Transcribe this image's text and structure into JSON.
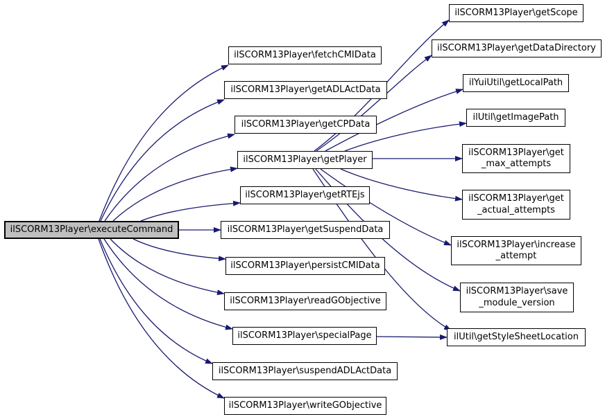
{
  "diagram": {
    "type": "call-graph",
    "edge_color": "#191970",
    "node_border_color": "#000000",
    "node_fill_color": "#ffffff",
    "root_fill_color": "#bfbfbf",
    "nodes": {
      "executeCommand": {
        "label": "ilSCORM13Player\\executeCommand",
        "role": "root"
      },
      "fetchCMIData": {
        "label": "ilSCORM13Player\\fetchCMIData"
      },
      "getADLActData": {
        "label": "ilSCORM13Player\\getADLActData"
      },
      "getCPData": {
        "label": "ilSCORM13Player\\getCPData"
      },
      "getPlayer": {
        "label": "ilSCORM13Player\\getPlayer"
      },
      "getRTEjs": {
        "label": "ilSCORM13Player\\getRTEjs"
      },
      "getSuspendData": {
        "label": "ilSCORM13Player\\getSuspendData"
      },
      "persistCMIData": {
        "label": "ilSCORM13Player\\persistCMIData"
      },
      "readGObjective": {
        "label": "ilSCORM13Player\\readGObjective"
      },
      "specialPage": {
        "label": "ilSCORM13Player\\specialPage"
      },
      "suspendADLActData": {
        "label": "ilSCORM13Player\\suspendADLActData"
      },
      "writeGObjective": {
        "label": "ilSCORM13Player\\writeGObjective"
      },
      "getScope": {
        "label": "ilSCORM13Player\\getScope"
      },
      "getDataDirectory": {
        "label": "ilSCORM13Player\\getDataDirectory"
      },
      "getLocalPath": {
        "label": "ilYuiUtil\\getLocalPath"
      },
      "getImagePath": {
        "label": "ilUtil\\getImagePath"
      },
      "getMaxAttempts": {
        "label": "ilSCORM13Player\\get\n_max_attempts"
      },
      "getActualAttempts": {
        "label": "ilSCORM13Player\\get\n_actual_attempts"
      },
      "increaseAttempt": {
        "label": "ilSCORM13Player\\increase\n_attempt"
      },
      "saveModuleVersion": {
        "label": "ilSCORM13Player\\save\n_module_version"
      },
      "getStyleSheetLocation": {
        "label": "ilUtil\\getStyleSheetLocation"
      }
    },
    "edges": [
      {
        "from": "executeCommand",
        "to": "fetchCMIData"
      },
      {
        "from": "executeCommand",
        "to": "getADLActData"
      },
      {
        "from": "executeCommand",
        "to": "getCPData"
      },
      {
        "from": "executeCommand",
        "to": "getPlayer"
      },
      {
        "from": "executeCommand",
        "to": "getRTEjs"
      },
      {
        "from": "executeCommand",
        "to": "getSuspendData"
      },
      {
        "from": "executeCommand",
        "to": "persistCMIData"
      },
      {
        "from": "executeCommand",
        "to": "readGObjective"
      },
      {
        "from": "executeCommand",
        "to": "specialPage"
      },
      {
        "from": "executeCommand",
        "to": "suspendADLActData"
      },
      {
        "from": "executeCommand",
        "to": "writeGObjective"
      },
      {
        "from": "getPlayer",
        "to": "getScope"
      },
      {
        "from": "getPlayer",
        "to": "getDataDirectory"
      },
      {
        "from": "getPlayer",
        "to": "getLocalPath"
      },
      {
        "from": "getPlayer",
        "to": "getImagePath"
      },
      {
        "from": "getPlayer",
        "to": "getMaxAttempts"
      },
      {
        "from": "getPlayer",
        "to": "getActualAttempts"
      },
      {
        "from": "getPlayer",
        "to": "increaseAttempt"
      },
      {
        "from": "getPlayer",
        "to": "saveModuleVersion"
      },
      {
        "from": "getPlayer",
        "to": "getStyleSheetLocation"
      },
      {
        "from": "specialPage",
        "to": "getStyleSheetLocation"
      }
    ]
  }
}
